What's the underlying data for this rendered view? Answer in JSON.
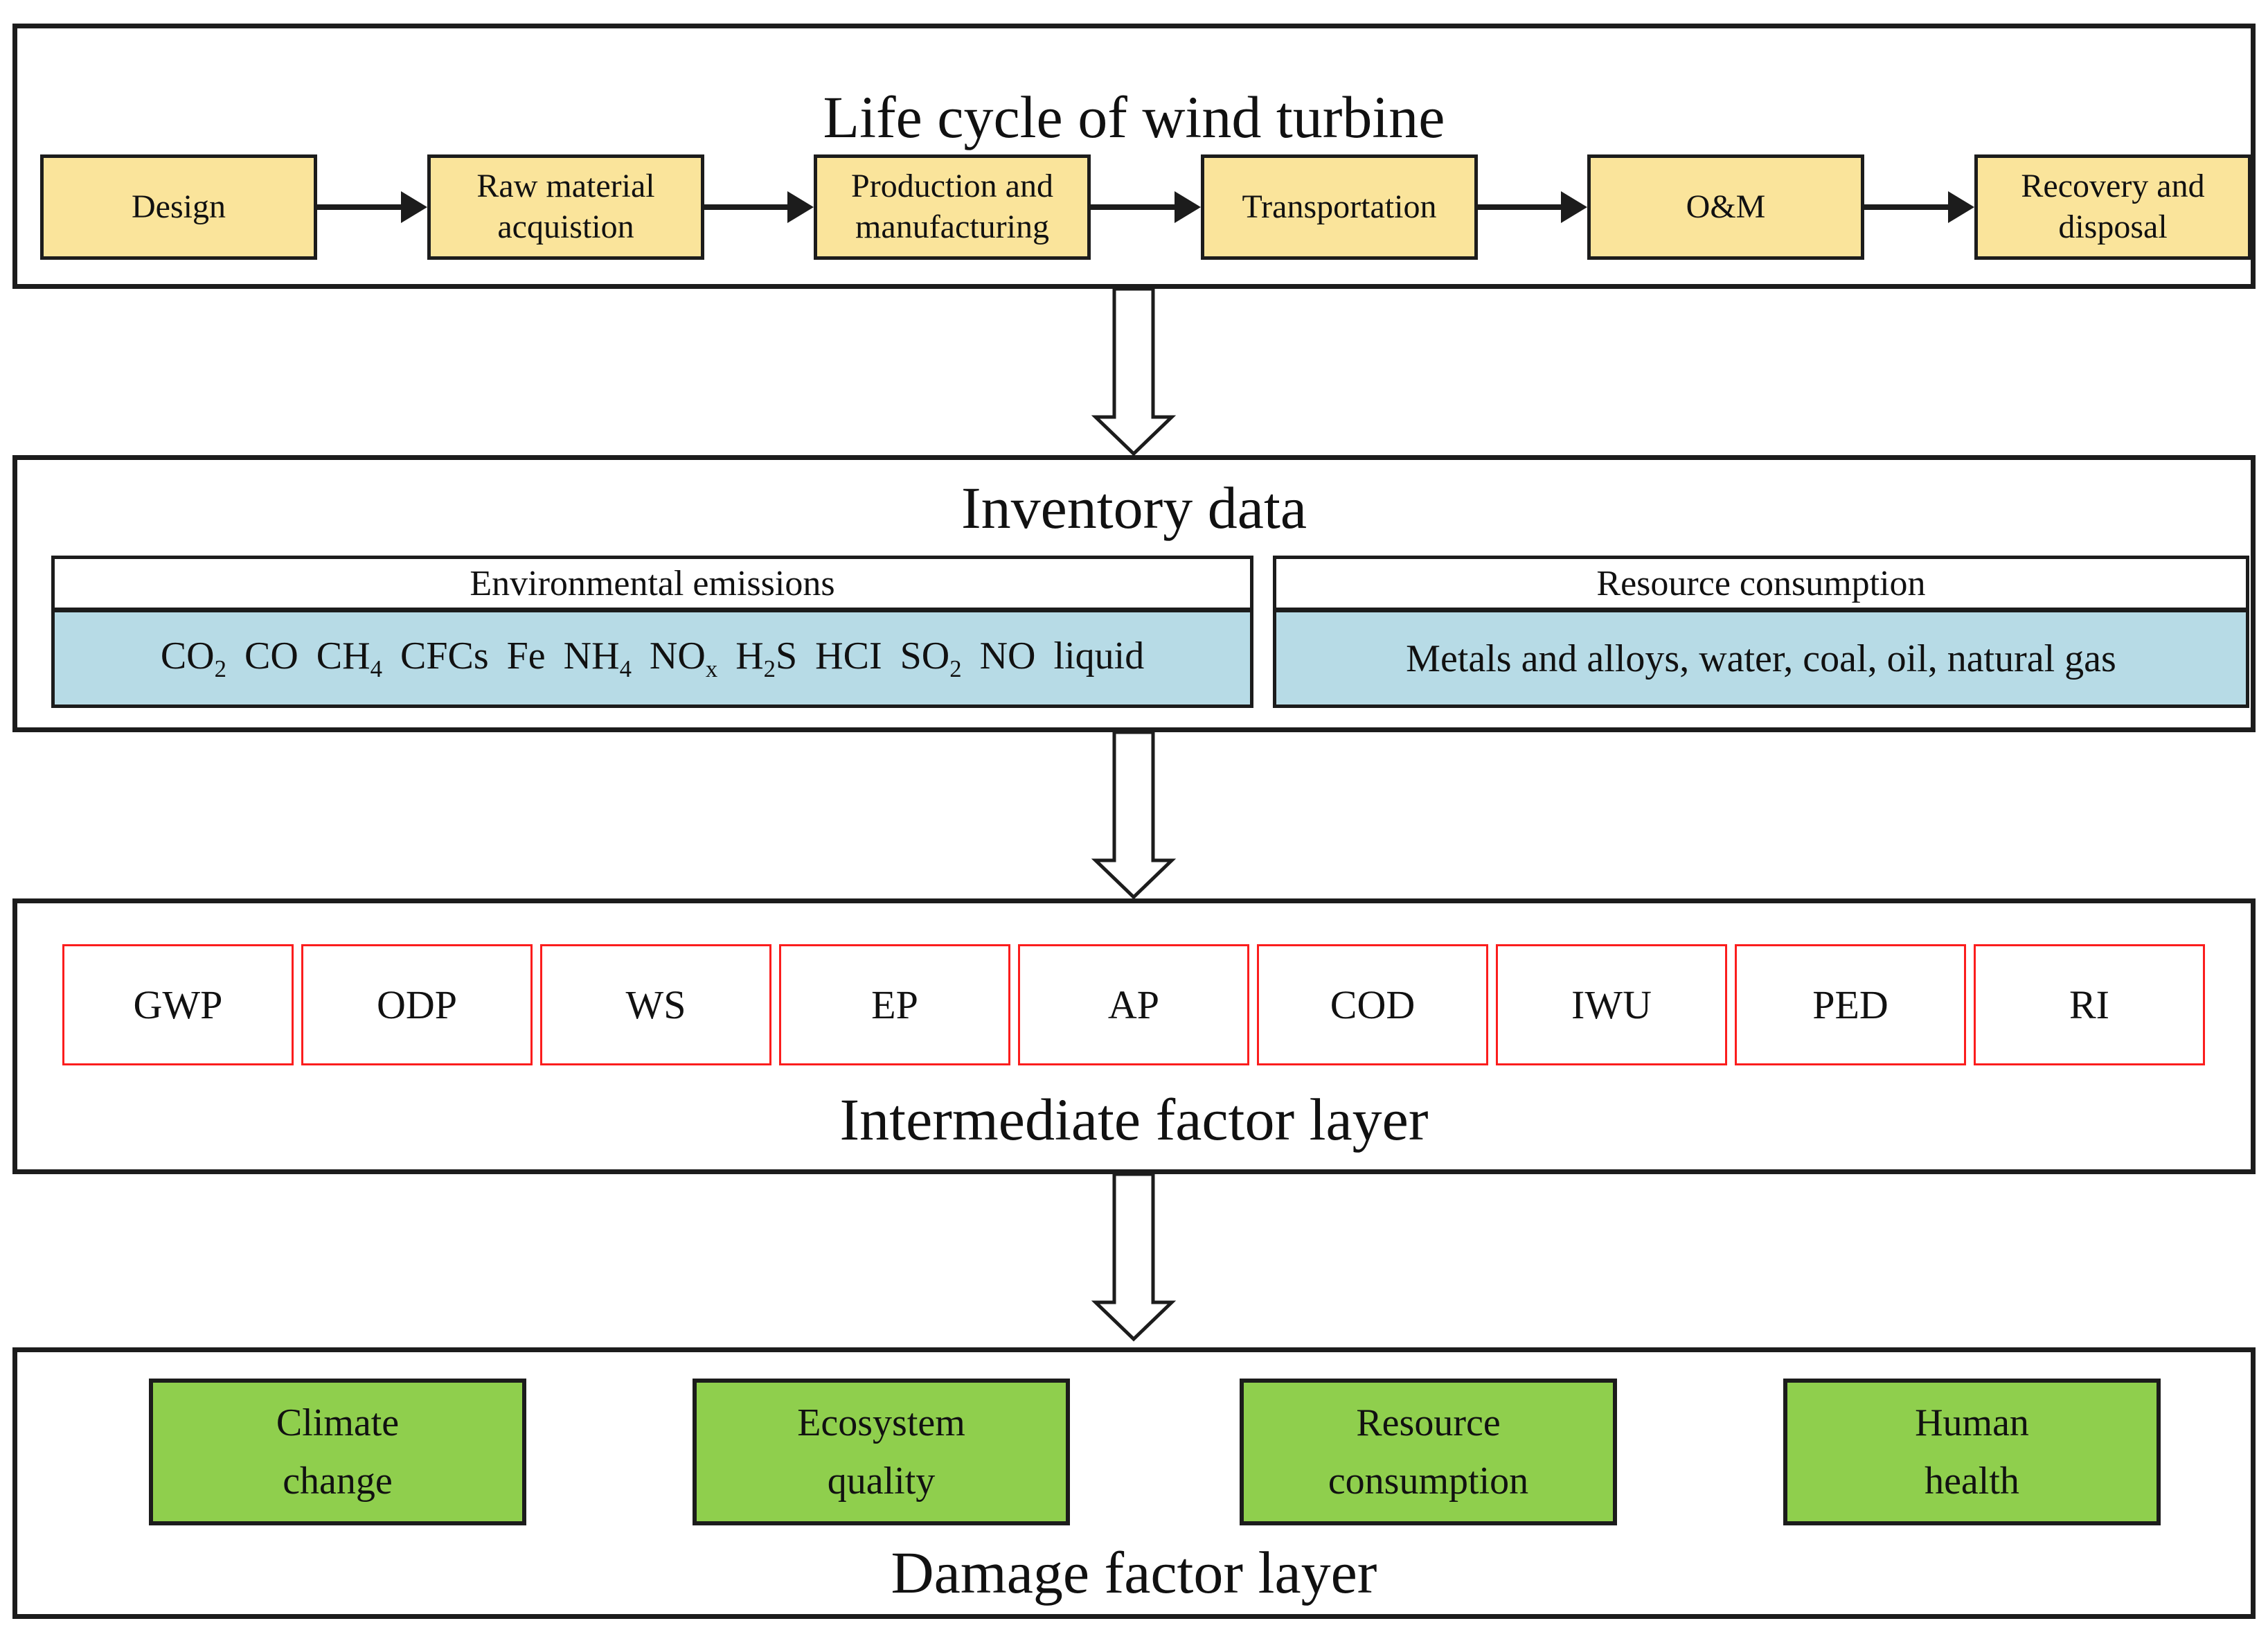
{
  "lifecycle": {
    "title": "Life cycle of wind turbine",
    "stages": [
      "Design",
      "Raw material acquistion",
      "Production and manufacturing",
      "Transportation",
      "O&M",
      "Recovery and disposal"
    ]
  },
  "inventory": {
    "title": "Inventory data",
    "emissions": {
      "header": "Environmental emissions",
      "items": [
        "CO_2",
        "CO",
        "CH_4",
        "CFCs",
        "Fe",
        "NH_4",
        "NO_x",
        "H_2S",
        "HCI",
        "SO_2",
        "NO",
        "liquid"
      ]
    },
    "resources": {
      "header": "Resource consumption",
      "text": "Metals and alloys, water, coal, oil, natural gas"
    }
  },
  "intermediate": {
    "title": "Intermediate factor layer",
    "factors": [
      "GWP",
      "ODP",
      "WS",
      "EP",
      "AP",
      "COD",
      "IWU",
      "PED",
      "RI"
    ]
  },
  "damage": {
    "title": "Damage factor layer",
    "categories": [
      "Climate\nchange",
      "Ecosystem\nquality",
      "Resource\nconsumption",
      "Human\nhealth"
    ]
  },
  "colors": {
    "stage_fill": "#FAE49B",
    "emission_fill": "#B7DBE6",
    "factor_border": "#FB1D1D",
    "damage_fill": "#8FCF4D",
    "line": "#1C1C1C"
  }
}
